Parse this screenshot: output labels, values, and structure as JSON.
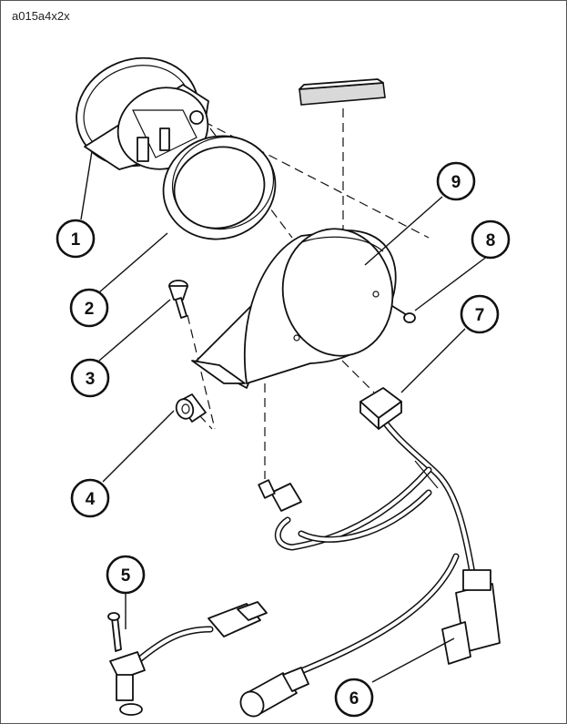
{
  "figure_id": "a015a4x2x",
  "callouts": [
    {
      "id": "callout-1",
      "label": "1"
    },
    {
      "id": "callout-2",
      "label": "2"
    },
    {
      "id": "callout-3",
      "label": "3"
    },
    {
      "id": "callout-4",
      "label": "4"
    },
    {
      "id": "callout-5",
      "label": "5"
    },
    {
      "id": "callout-6",
      "label": "6"
    },
    {
      "id": "callout-7",
      "label": "7"
    },
    {
      "id": "callout-8",
      "label": "8"
    },
    {
      "id": "callout-9",
      "label": "9"
    }
  ]
}
